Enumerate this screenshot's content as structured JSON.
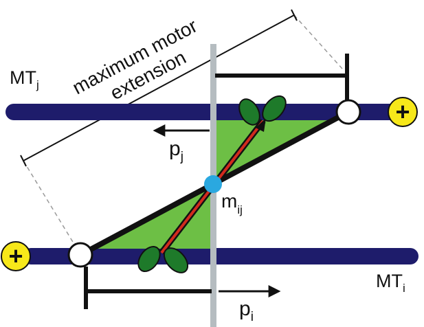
{
  "labels": {
    "mt_j_main": "MT",
    "mt_j_sub": "j",
    "mt_i_main": "MT",
    "mt_i_sub": "i",
    "p_j_main": "p",
    "p_j_sub": "j",
    "p_i_main": "p",
    "p_i_sub": "i",
    "m_ij_main": "m",
    "m_ij_sub": "ij",
    "extension_line1": "maximum motor",
    "extension_line2": "extension",
    "plus_left": "+",
    "plus_right": "+"
  },
  "colors": {
    "microtubule": "#1e1c6b",
    "plus_end": "#f7e81a",
    "triangle_fill": "#6dbf45",
    "motor_rod": "#d22a1e",
    "motor_head": "#1e7a2a",
    "center_point": "#2aa8e0",
    "center_line": "#b5bcc0",
    "ink": "#111111"
  },
  "icons": {
    "plus_end": "plus-sign-icon",
    "motor_head": "leaf-pair-icon"
  }
}
